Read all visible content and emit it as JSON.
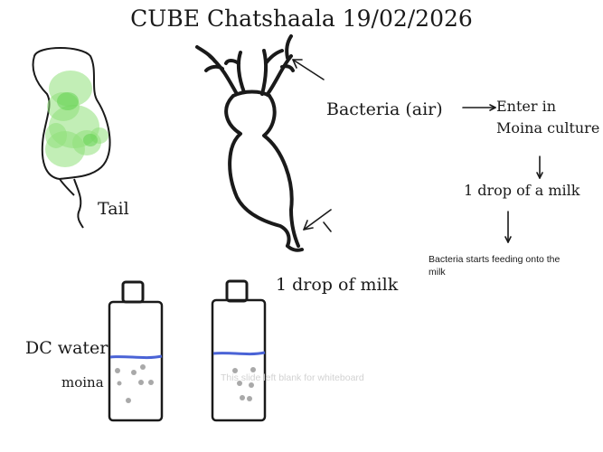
{
  "title": "CUBE Chatshaala 19/02/2026",
  "labels": {
    "tail": "Tail",
    "bacteria_air": "Bacteria (air)",
    "enter_in": "Enter in",
    "moina_culture": "Moina culture",
    "one_drop_a_milk": "1 drop of a milk",
    "bacteria_feeding": "Bacteria starts feeding onto the milk",
    "one_drop_milk": "1 drop of milk",
    "dc_water": "DC water",
    "moina": "moina",
    "blank_notice": "This slide left blank for whiteboard"
  },
  "colors": {
    "ink": "#1a1a1a",
    "green_fill": "#8fe07a",
    "water_line": "#4a63d6",
    "dots": "#a9a9a9"
  }
}
